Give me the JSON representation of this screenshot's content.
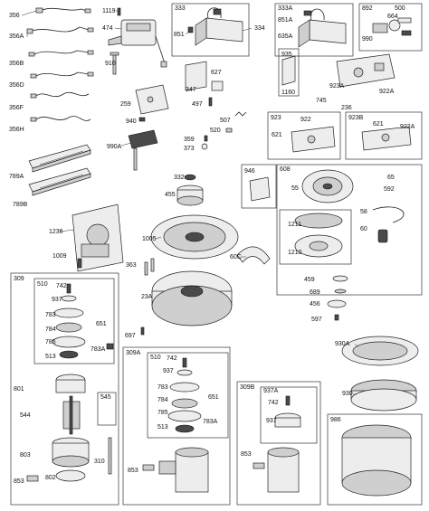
{
  "callouts": {
    "c356": "356",
    "c356a": "356A",
    "c356b": "356B",
    "c356d": "356D",
    "c356f": "356F",
    "c356h": "356H",
    "c789a": "789A",
    "c789b": "789B",
    "c1119": "1119",
    "c474": "474",
    "c910": "910",
    "c333": "333",
    "c851_333": "851",
    "c334": "334",
    "c333a": "333A",
    "c851a": "851A",
    "c635a": "635A",
    "c892": "892",
    "c500": "500",
    "c664": "664",
    "c990": "990",
    "c627": "627",
    "c347": "347",
    "c497": "497",
    "c259": "259",
    "c940": "940",
    "c990a": "990A",
    "c935": "935",
    "c1160": "1160",
    "c923a": "923A",
    "c922a_top": "922A",
    "c745": "745",
    "c236": "236",
    "c507": "507",
    "c520": "520",
    "c359": "359",
    "c373": "373",
    "c923": "923",
    "c922": "922",
    "c621": "621",
    "c923b": "923B",
    "c621b": "621",
    "c922a_b": "922A",
    "c946": "946",
    "c608": "608",
    "c55": "55",
    "c65": "65",
    "c592": "592",
    "c332": "332",
    "c455": "455",
    "c1236": "1236",
    "c1009": "1009",
    "c1005": "1005",
    "c363": "363",
    "c23a": "23A",
    "c60c": "60C",
    "c697": "697",
    "c1211": "1211",
    "c1210": "1210",
    "c58": "58",
    "c60": "60",
    "c459": "459",
    "c689": "689",
    "c456": "456",
    "c597": "597",
    "c309": "309",
    "c510": "510",
    "c742": "742",
    "c937": "937",
    "c783": "783",
    "c784": "784",
    "c785": "785",
    "c513": "513",
    "c651": "651",
    "c783a": "783A",
    "c801": "801",
    "c545": "545",
    "c544": "544",
    "c803": "803",
    "c802": "802",
    "c853": "853",
    "c310": "310",
    "c309a": "309A",
    "c510b": "510",
    "c742b": "742",
    "c937b": "937",
    "c783b": "783",
    "c784b": "784",
    "c785b": "785",
    "c513b": "513",
    "c651b": "651",
    "c783ab": "783A",
    "c853b": "853",
    "c309b": "309B",
    "c937a": "937A",
    "c742c": "742",
    "c937c": "937",
    "c853c": "853",
    "c930a": "930A",
    "c930": "930",
    "c986": "986"
  }
}
